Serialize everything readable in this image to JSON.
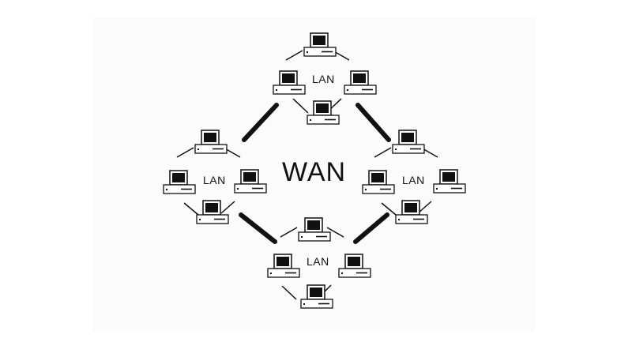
{
  "diagram": {
    "center_label": "WAN",
    "clusters": [
      {
        "id": "top",
        "label": "LAN"
      },
      {
        "id": "left",
        "label": "LAN"
      },
      {
        "id": "right",
        "label": "LAN"
      },
      {
        "id": "bottom",
        "label": "LAN"
      }
    ],
    "links": [
      {
        "from": "top",
        "to": "left"
      },
      {
        "from": "top",
        "to": "right"
      },
      {
        "from": "left",
        "to": "bottom"
      },
      {
        "from": "right",
        "to": "bottom"
      }
    ],
    "colors": {
      "ink": "#111111",
      "background": "#fbfbfb"
    }
  }
}
